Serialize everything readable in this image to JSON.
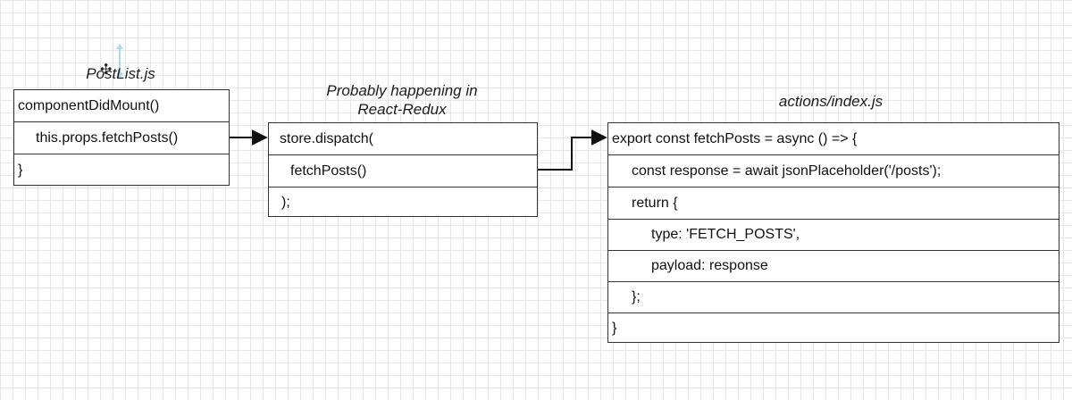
{
  "postlist": {
    "title": "PostList.js",
    "rows": [
      "componentDidMount()",
      "this.props.fetchPosts()",
      "}"
    ]
  },
  "middle": {
    "title_line1": "Probably happening in",
    "title_line2": "React-Redux",
    "rows": [
      "store.dispatch(",
      "fetchPosts()",
      ");"
    ]
  },
  "actions": {
    "title": "actions/index.js",
    "rows": [
      "export const fetchPosts = async () => {",
      "const response = await jsonPlaceholder('/posts');",
      "return {",
      "type: 'FETCH_POSTS',",
      "payload: response",
      "};",
      "}"
    ]
  },
  "colors": {
    "grid": "#e6e6e6",
    "line": "#333333",
    "arrow": "#111111",
    "handle": "#a8dcea"
  }
}
